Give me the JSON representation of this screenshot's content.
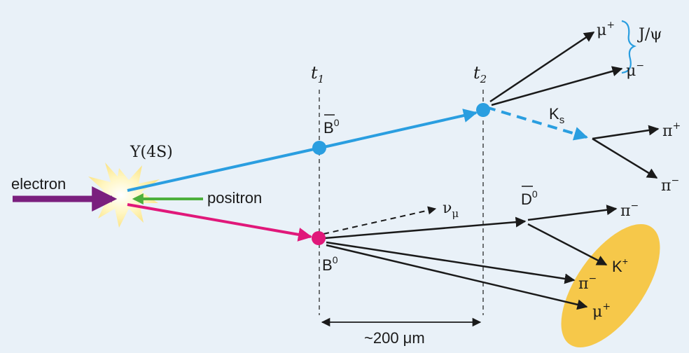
{
  "labels": {
    "upsilon": "Υ(4S)",
    "electron": "electron",
    "positron": "positron",
    "t1_main": "t",
    "t1_sub": "1",
    "t2_main": "t",
    "t2_sub": "2",
    "bbar_main": "B",
    "bbar_sup": "0",
    "b_main": "B",
    "b_sup": "0",
    "ks_main": "K",
    "ks_sub": "s",
    "jpsi": "J/ψ",
    "muplus_top_main": "μ",
    "muplus_top_sup": "+",
    "muminus_top_main": "μ",
    "muminus_top_sup": "−",
    "piplus_main": "π",
    "piplus_sup": "+",
    "piminus_right_main": "π",
    "piminus_right_sup": "−",
    "numu_main": "ν",
    "numu_sub": "μ",
    "dbar_main": "D",
    "dbar_sup": "0",
    "piminus_d_main": "π",
    "piminus_d_sup": "−",
    "kplus_main": "K",
    "kplus_sup": "+",
    "piminus_b_main": "π",
    "piminus_b_sup": "−",
    "muplus_b_main": "μ",
    "muplus_b_sup": "+",
    "distance": "~200 μm"
  },
  "colors": {
    "background": "#e9f1f8",
    "electron": "#7a1f7e",
    "positron": "#4caf3c",
    "b_bar_track": "#2a9ee0",
    "b_track": "#e0187a",
    "star": "#fff2a8",
    "ellipse": "#f6c84a",
    "decay_lines": "#1a1a1a"
  },
  "icons": [
    "collision-star",
    "b-bar-vertex-dot",
    "b-vertex-dot",
    "t2-vertex-dot"
  ]
}
